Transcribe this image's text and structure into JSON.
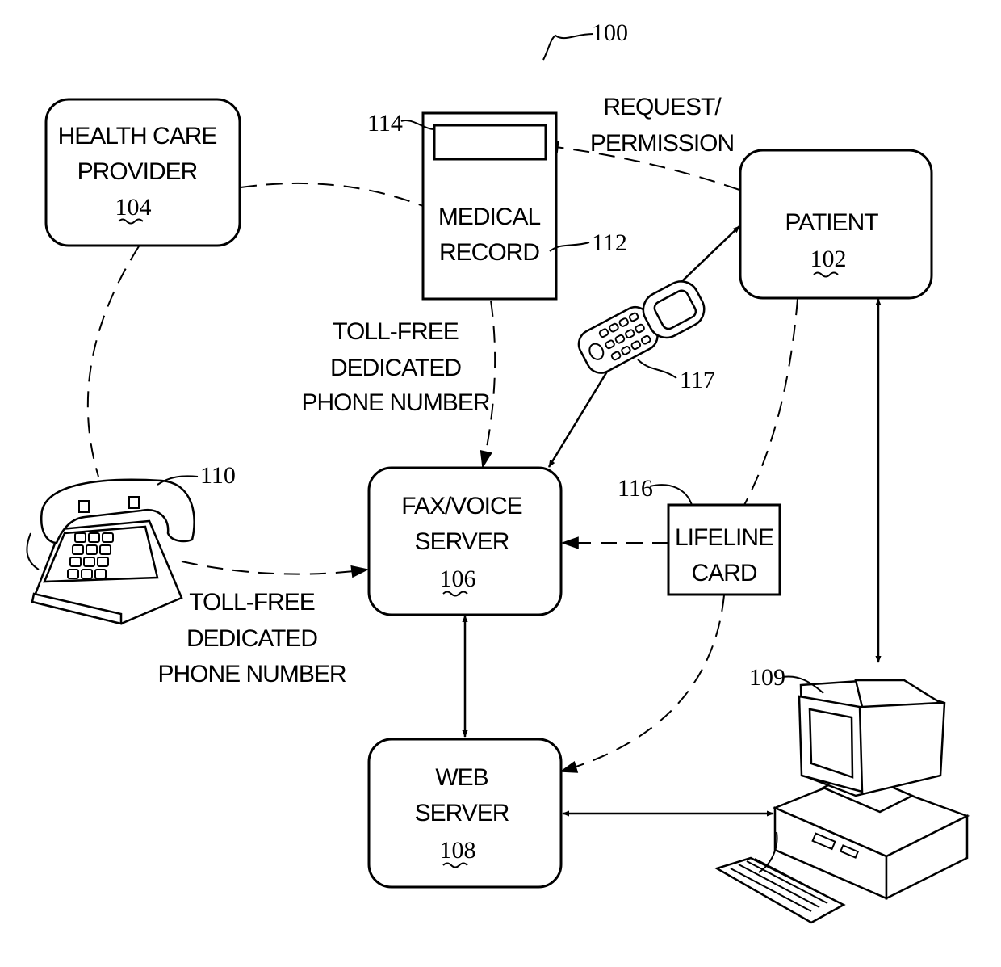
{
  "figure_ref": "100",
  "nodes": {
    "health_care_provider": {
      "lines": [
        "HEALTH CARE",
        "PROVIDER"
      ],
      "ref": "104"
    },
    "medical_record": {
      "lines": [
        "MEDICAL",
        "RECORD"
      ],
      "ref": "112",
      "field_ref": "114"
    },
    "patient": {
      "lines": [
        "PATIENT"
      ],
      "ref": "102"
    },
    "fax_voice_server": {
      "lines": [
        "FAX/VOICE",
        "SERVER"
      ],
      "ref": "106"
    },
    "lifeline_card": {
      "lines": [
        "LIFELINE",
        "CARD"
      ],
      "ref": "116"
    },
    "web_server": {
      "lines": [
        "WEB",
        "SERVER"
      ],
      "ref": "108"
    },
    "telephone": {
      "ref": "110"
    },
    "cell_phone": {
      "ref": "117"
    },
    "computer": {
      "ref": "109"
    }
  },
  "edge_labels": {
    "request_permission": [
      "REQUEST/",
      "PERMISSION"
    ],
    "toll_free_upper": [
      "TOLL-FREE",
      "DEDICATED",
      "PHONE NUMBER"
    ],
    "toll_free_lower": [
      "TOLL-FREE",
      "DEDICATED",
      "PHONE NUMBER"
    ]
  }
}
